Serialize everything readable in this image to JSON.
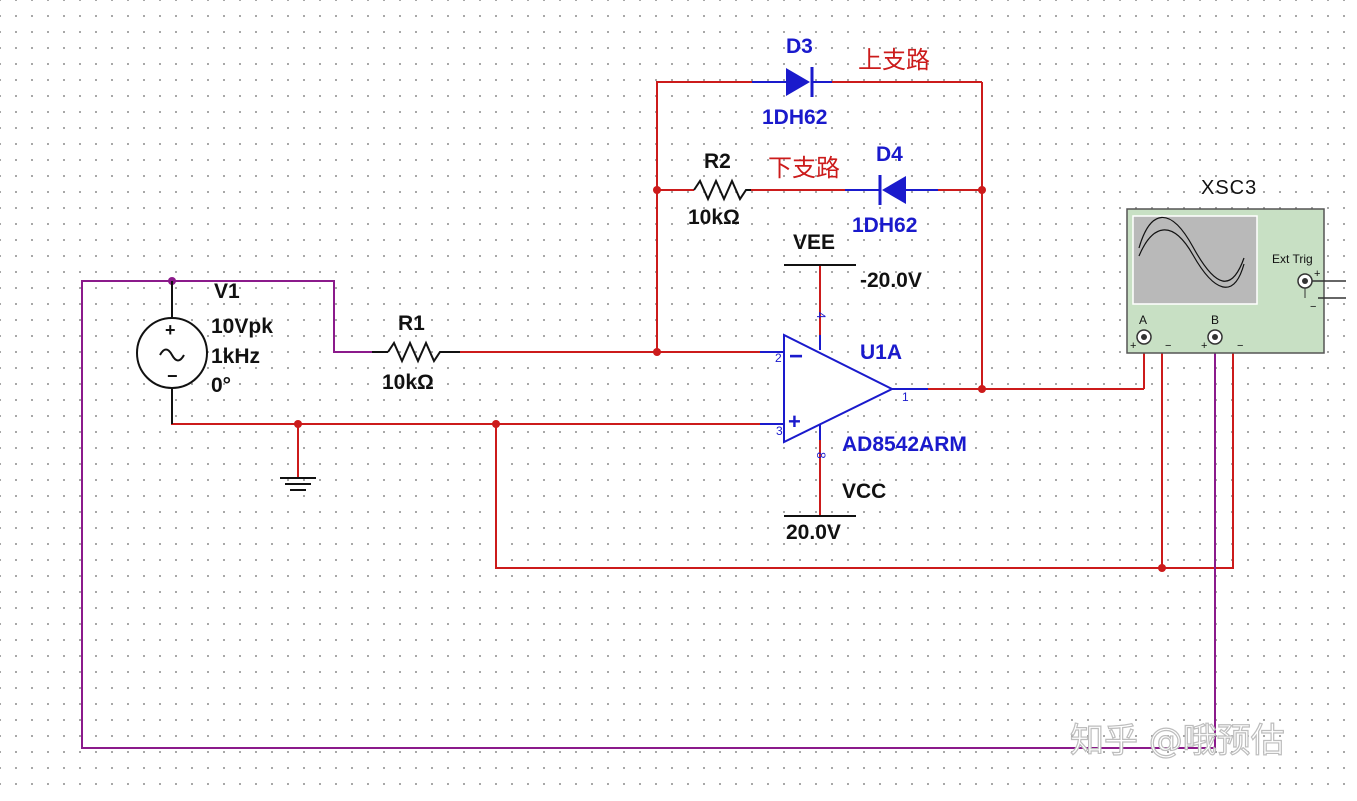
{
  "colors": {
    "wire": "#cc1b1b",
    "purple_wire": "#8b1a8b",
    "component_blue": "#1a1acc",
    "text": "#111111",
    "scope_bg": "#c8e0c4"
  },
  "components": {
    "d3": {
      "ref": "D3",
      "model": "1DH62"
    },
    "d4": {
      "ref": "D4",
      "model": "1DH62"
    },
    "r1": {
      "ref": "R1",
      "value": "10kΩ"
    },
    "r2": {
      "ref": "R2",
      "value": "10kΩ"
    },
    "v1": {
      "ref": "V1",
      "amplitude": "10Vpk",
      "frequency": "1kHz",
      "phase": "0°"
    },
    "u1a": {
      "ref": "U1A",
      "model": "AD8542ARM",
      "pins": {
        "inv": "2",
        "noninv": "3",
        "out": "1",
        "vee": "4",
        "vcc": "8"
      }
    },
    "vee": {
      "label": "VEE",
      "voltage": "-20.0V"
    },
    "vcc": {
      "label": "VCC",
      "voltage": "20.0V"
    },
    "scope": {
      "ref": "XSC3",
      "ext_trig": "Ext Trig",
      "channel_a": "A",
      "channel_b": "B"
    }
  },
  "annotations": {
    "upper_branch": "上支路",
    "lower_branch": "下支路"
  },
  "watermark": "知乎 @哦预估"
}
